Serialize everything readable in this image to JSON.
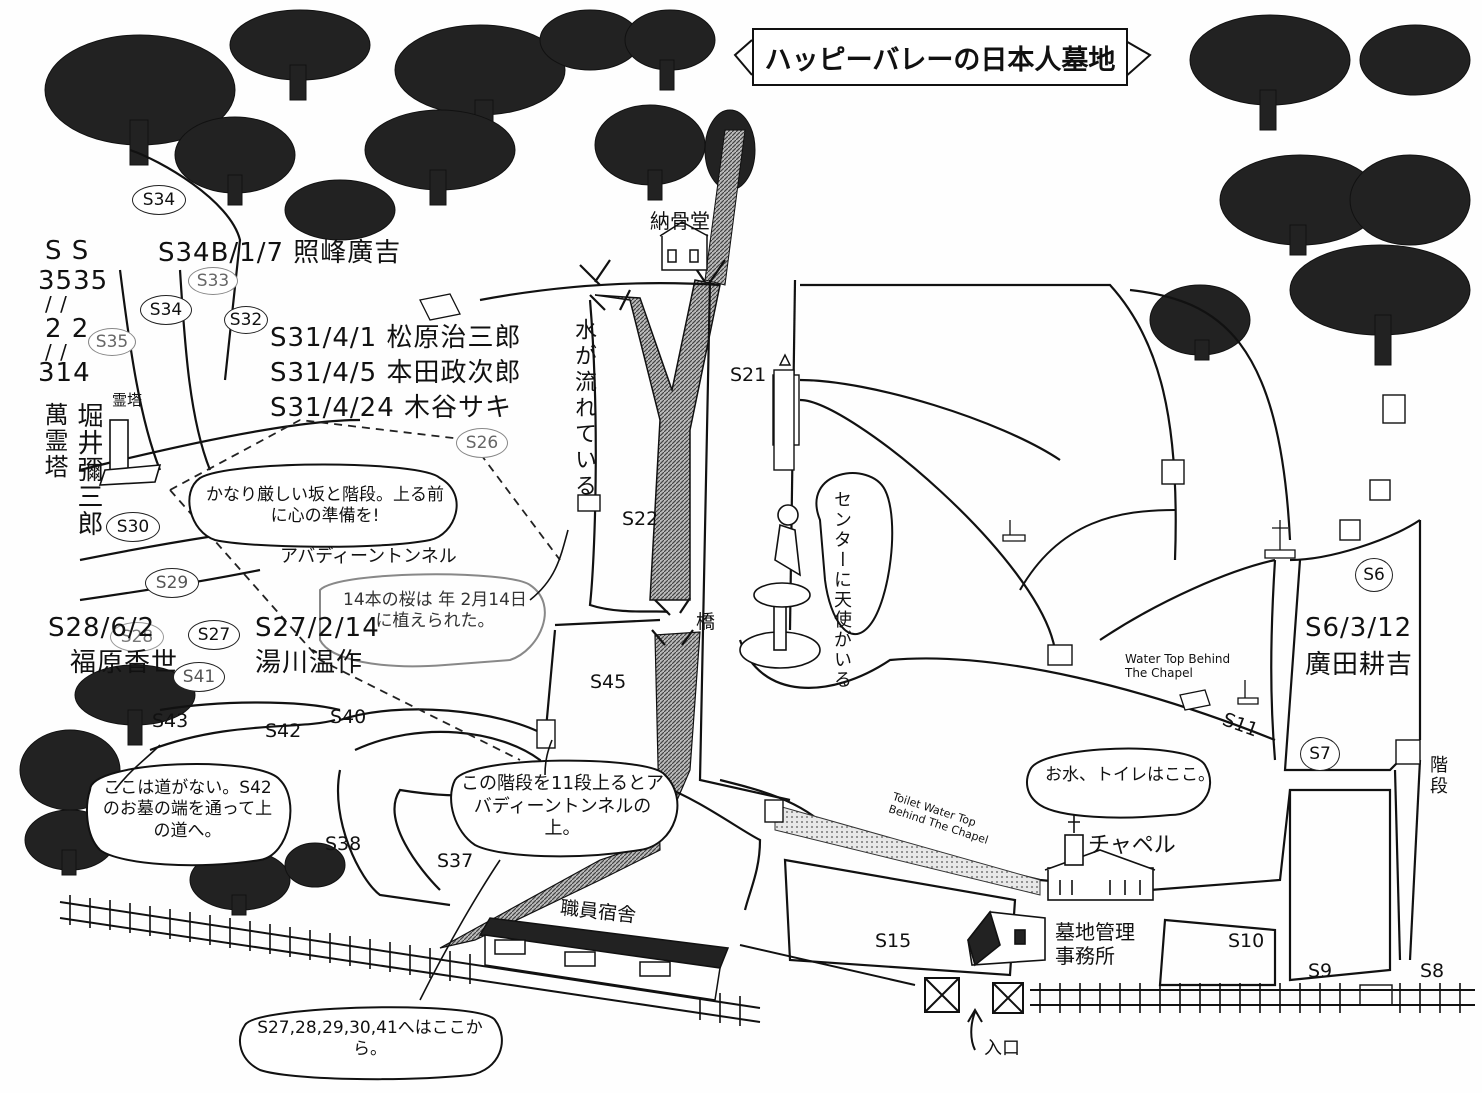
{
  "title": "ハッピーバレーの日本人墓地",
  "landmarks": {
    "columbarium": "納骨堂",
    "stream_vertical": "水が流れている",
    "bridge": "橋",
    "angel_note": "センターに天使がいる",
    "chapel": "チャペル",
    "office_line1": "墓地管理",
    "office_line2": "事務所",
    "staff_quarters": "職員宿舎",
    "entrance": "入口",
    "stairs": "階段",
    "water_top_chapel": "Water Top Behind\nThe Chapel",
    "toilet_note": "Toilet Water Top\nBehind The Chapel",
    "water_toilet_here": "お水、トイレはここ。",
    "aberdeen_tunnel": "アバディーントンネル",
    "memorial_tower_label": "霊塔",
    "manrei_tower": "萬霊塔"
  },
  "sections": [
    "S34",
    "S34",
    "S33",
    "S32",
    "S35",
    "S26",
    "S30",
    "S29",
    "S28",
    "S27",
    "S41",
    "S43",
    "S42",
    "S40",
    "S38",
    "S37",
    "S45",
    "S22",
    "S21",
    "S15",
    "S10",
    "S11",
    "S9",
    "S8",
    "S7",
    "S6"
  ],
  "graves": {
    "s35_header": "S S",
    "s35_num": "3535",
    "s35_line2": "/ /",
    "s35_line3": "2 2",
    "s35_line4": "/ /",
    "s35_line5": "314",
    "horii": "堀井彌三郎",
    "teruminе": "S34B/1/7 照峰廣吉",
    "matsubara": "S31/4/1  松原治三郎",
    "honda": "S31/4/5  本田政次郎",
    "kitani": "S31/4/24  木谷サキ",
    "s28_date": "S28/6/2",
    "s28_name": "福原香世",
    "s27_date": "S27/2/14",
    "s27_name": "湯川温作",
    "s6_date": "S6/3/12",
    "s6_name": "廣田耕吉"
  },
  "bubbles": {
    "steep": "かなり厳しい坂と階段。上る前に心の準備を!",
    "sakura": "14本の桜は    年 2月14日に植えられた。",
    "no_road": "ここは道がない。S42のお墓の端を通って上の道へ。",
    "stairs11": "この階段を11段上るとアバディーントンネルの上。",
    "from_here": "S27,28,29,30,41へはここから。"
  },
  "colors": {
    "ink": "#111111",
    "shade": "#555555",
    "paper": "#ffffff"
  }
}
